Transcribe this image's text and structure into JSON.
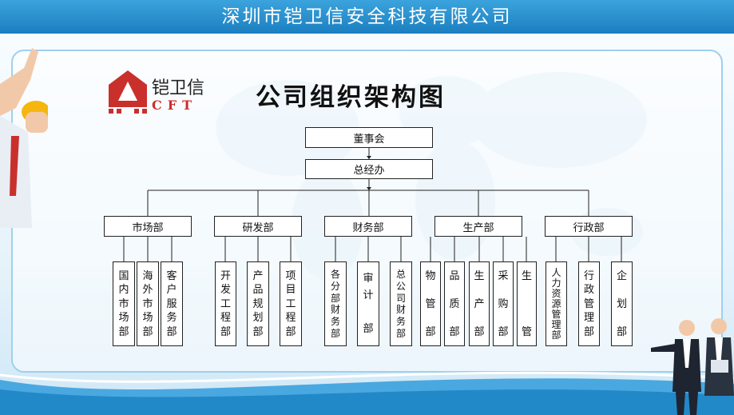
{
  "header": {
    "company": "深圳市铠卫信安全科技有限公司"
  },
  "logo": {
    "name": "铠卫信",
    "abbr": "CFT"
  },
  "title": "公司组织架构图",
  "org": {
    "board": "董事会",
    "ceo": "总经办",
    "departments": [
      {
        "name": "市场部",
        "units": [
          "国内市场部",
          "海外市场部",
          "客户服务部"
        ]
      },
      {
        "name": "研发部",
        "units": [
          "开发工程部",
          "产品规划部",
          "项目工程部"
        ]
      },
      {
        "name": "财务部",
        "units": [
          "各分部财务部",
          "审计部",
          "总公司财务部"
        ]
      },
      {
        "name": "生产部",
        "units": [
          "物管部",
          "品质部",
          "生产部",
          "采购部",
          "生管"
        ]
      },
      {
        "name": "行政部",
        "units": [
          "人力资源管理部",
          "行政管理部",
          "企划部"
        ]
      }
    ]
  },
  "colors": {
    "banner": "#1b7fc0",
    "accent": "#9fd0ee",
    "logo_red": "#c9302c"
  }
}
